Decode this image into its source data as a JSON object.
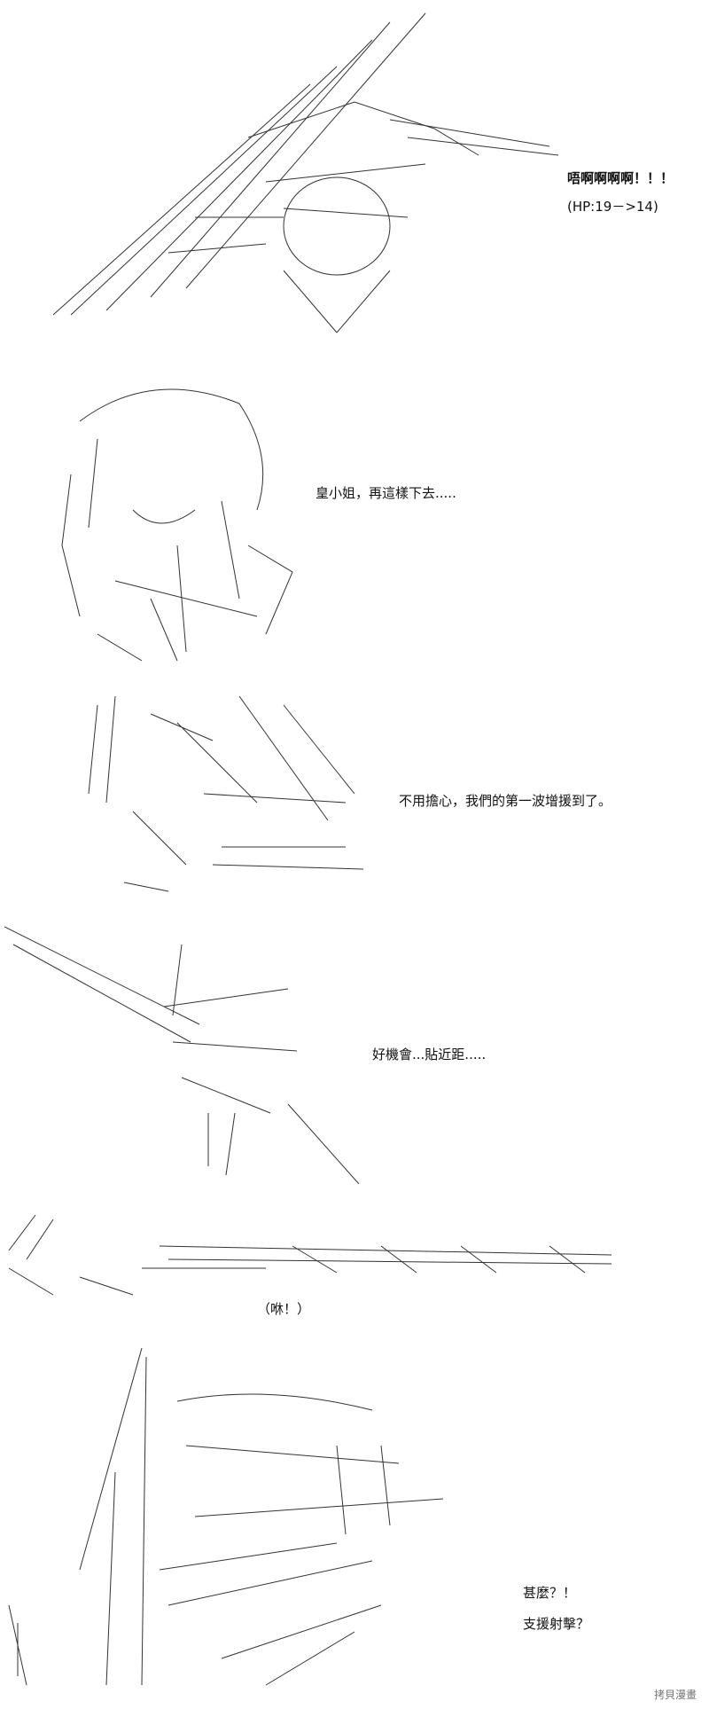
{
  "panels": [
    {
      "lines": [
        "唔啊啊啊啊！！！",
        "(HP:19－>14)"
      ]
    },
    {
      "lines": [
        "皇小姐，再這樣下去....."
      ]
    },
    {
      "lines": [
        "不用擔心，我們的第一波增援到了。"
      ]
    },
    {
      "lines": [
        "好機會...貼近距....."
      ]
    },
    {
      "lines": [
        "（咻！）"
      ]
    },
    {
      "lines": [
        "甚麼？！",
        "支援射擊？"
      ]
    }
  ],
  "watermark": "拷貝漫畫"
}
